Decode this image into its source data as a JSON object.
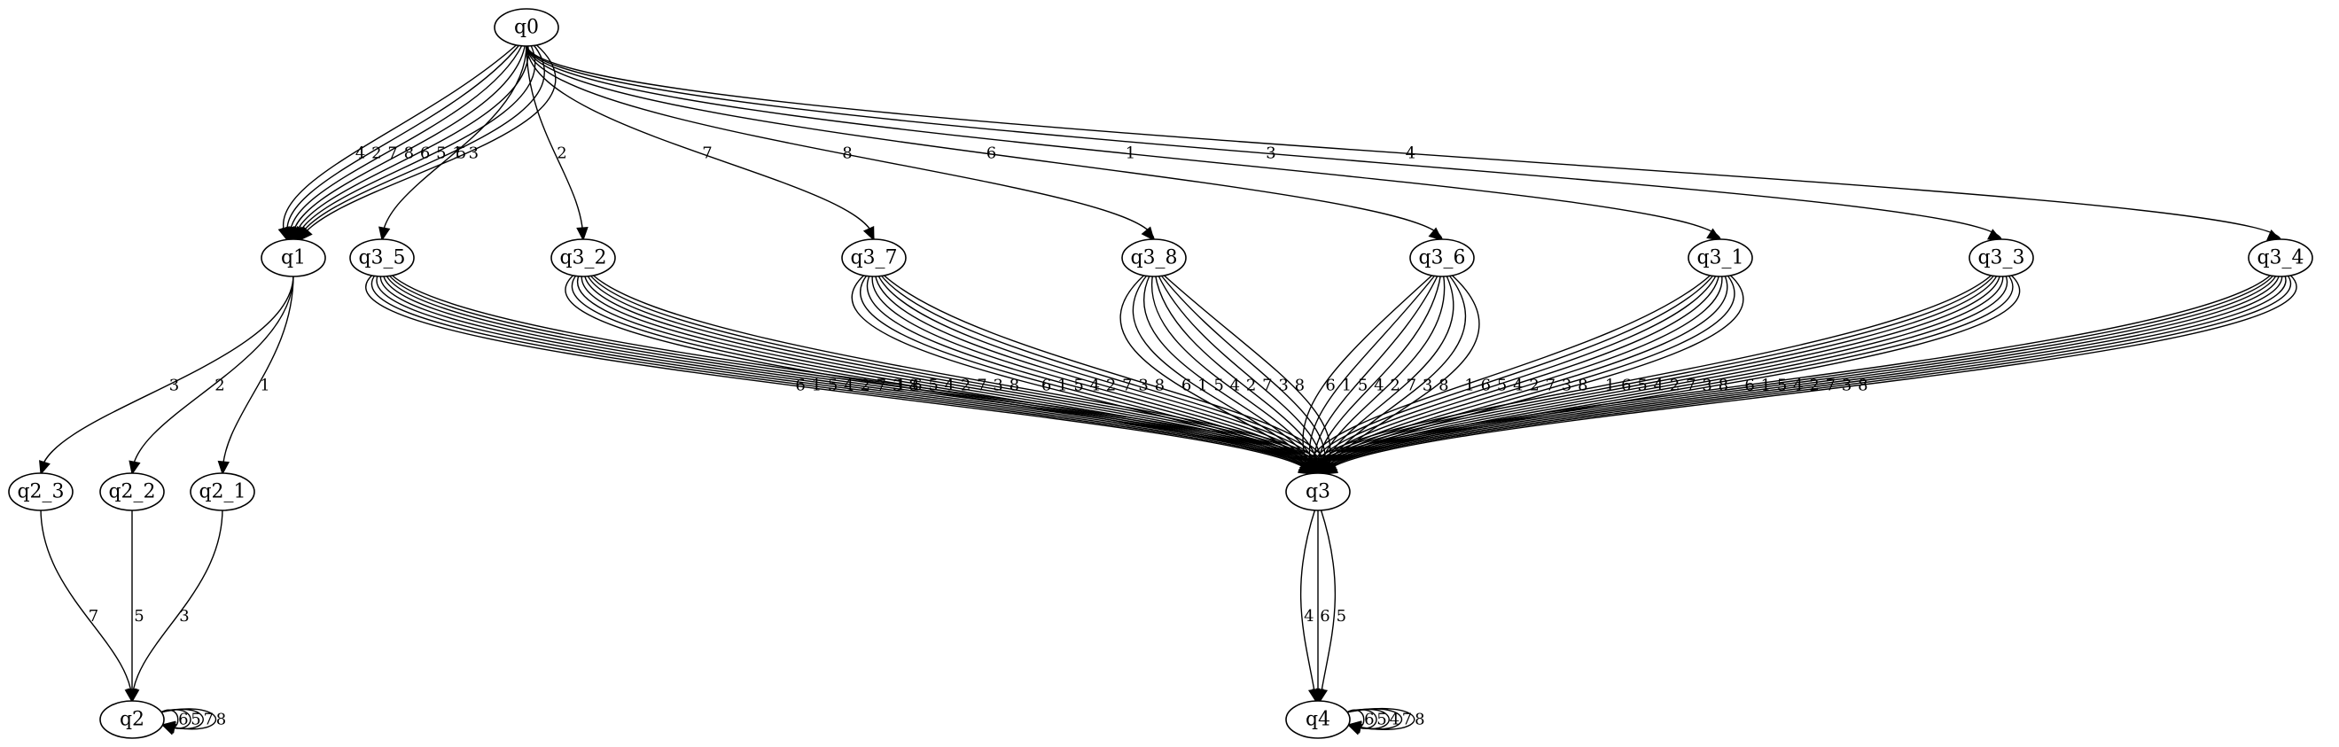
{
  "diagram": {
    "nodes": [
      {
        "id": "q0",
        "label": "q0"
      },
      {
        "id": "q1",
        "label": "q1"
      },
      {
        "id": "q3_5",
        "label": "q3_5"
      },
      {
        "id": "q3_2",
        "label": "q3_2"
      },
      {
        "id": "q3_7",
        "label": "q3_7"
      },
      {
        "id": "q3_8",
        "label": "q3_8"
      },
      {
        "id": "q3_6",
        "label": "q3_6"
      },
      {
        "id": "q3_1",
        "label": "q3_1"
      },
      {
        "id": "q3_3",
        "label": "q3_3"
      },
      {
        "id": "q3_4",
        "label": "q3_4"
      },
      {
        "id": "q2_3",
        "label": "q2_3"
      },
      {
        "id": "q2_2",
        "label": "q2_2"
      },
      {
        "id": "q2_1",
        "label": "q2_1"
      },
      {
        "id": "q3",
        "label": "q3"
      },
      {
        "id": "q2",
        "label": "q2"
      },
      {
        "id": "q4",
        "label": "q4"
      }
    ],
    "edges": [
      {
        "from": "q0",
        "to": "q1",
        "labels": [
          "4",
          "2",
          "7",
          "8",
          "6",
          "5",
          "1",
          "3"
        ]
      },
      {
        "from": "q0",
        "to": "q3_5",
        "labels": [
          "5"
        ]
      },
      {
        "from": "q0",
        "to": "q3_2",
        "labels": [
          "2"
        ]
      },
      {
        "from": "q0",
        "to": "q3_7",
        "labels": [
          "7"
        ]
      },
      {
        "from": "q0",
        "to": "q3_8",
        "labels": [
          "8"
        ]
      },
      {
        "from": "q0",
        "to": "q3_6",
        "labels": [
          "6"
        ]
      },
      {
        "from": "q0",
        "to": "q3_1",
        "labels": [
          "1"
        ]
      },
      {
        "from": "q0",
        "to": "q3_3",
        "labels": [
          "3"
        ]
      },
      {
        "from": "q0",
        "to": "q3_4",
        "labels": [
          "4"
        ]
      },
      {
        "from": "q1",
        "to": "q2_3",
        "labels": [
          "3"
        ]
      },
      {
        "from": "q1",
        "to": "q2_2",
        "labels": [
          "2"
        ]
      },
      {
        "from": "q1",
        "to": "q2_1",
        "labels": [
          "1"
        ]
      },
      {
        "from": "q2_3",
        "to": "q2",
        "labels": [
          "7"
        ]
      },
      {
        "from": "q2_2",
        "to": "q2",
        "labels": [
          "5"
        ]
      },
      {
        "from": "q2_1",
        "to": "q2",
        "labels": [
          "3"
        ]
      },
      {
        "from": "q2",
        "to": "q2",
        "labels": [
          "6",
          "5",
          "7",
          "8"
        ]
      },
      {
        "from": "q3_5",
        "to": "q3",
        "labels": [
          "6",
          "1",
          "5",
          "4",
          "2",
          "7",
          "3",
          "8"
        ]
      },
      {
        "from": "q3_2",
        "to": "q3",
        "labels": [
          "1",
          "6",
          "5",
          "4",
          "2",
          "7",
          "3",
          "8"
        ]
      },
      {
        "from": "q3_7",
        "to": "q3",
        "labels": [
          "6",
          "1",
          "5",
          "4",
          "2",
          "7",
          "3",
          "8"
        ]
      },
      {
        "from": "q3_8",
        "to": "q3",
        "labels": [
          "6",
          "1",
          "5",
          "4",
          "2",
          "7",
          "3",
          "8"
        ]
      },
      {
        "from": "q3_6",
        "to": "q3",
        "labels": [
          "6",
          "1",
          "5",
          "4",
          "2",
          "7",
          "3",
          "8"
        ]
      },
      {
        "from": "q3_1",
        "to": "q3",
        "labels": [
          "1",
          "6",
          "5",
          "4",
          "2",
          "7",
          "3",
          "8"
        ]
      },
      {
        "from": "q3_3",
        "to": "q3",
        "labels": [
          "1",
          "6",
          "5",
          "4",
          "2",
          "7",
          "3",
          "8"
        ]
      },
      {
        "from": "q3_4",
        "to": "q3",
        "labels": [
          "6",
          "1",
          "5",
          "4",
          "2",
          "7",
          "3",
          "8"
        ]
      },
      {
        "from": "q3",
        "to": "q4",
        "labels": [
          "4",
          "6",
          "5"
        ]
      },
      {
        "from": "q4",
        "to": "q4",
        "labels": [
          "6",
          "5",
          "4",
          "7",
          "8"
        ]
      }
    ]
  }
}
